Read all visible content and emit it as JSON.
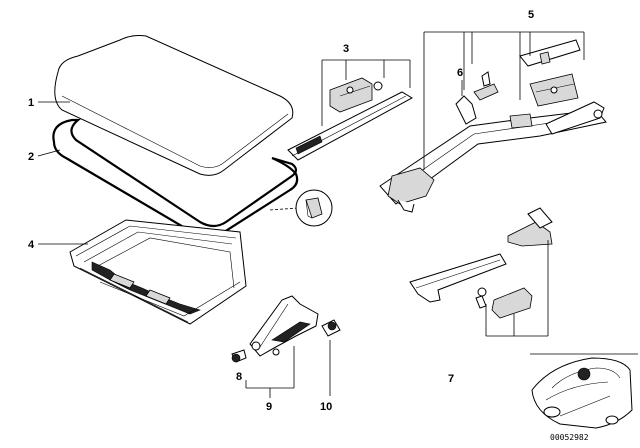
{
  "callouts": [
    {
      "id": "1",
      "text": "1"
    },
    {
      "id": "2",
      "text": "2"
    },
    {
      "id": "3",
      "text": "3"
    },
    {
      "id": "4",
      "text": "4"
    },
    {
      "id": "5",
      "text": "5"
    },
    {
      "id": "6",
      "text": "6"
    },
    {
      "id": "7",
      "text": "7"
    },
    {
      "id": "8",
      "text": "8"
    },
    {
      "id": "9",
      "text": "9"
    },
    {
      "id": "10",
      "text": "10"
    }
  ],
  "reference_number": "00052982"
}
